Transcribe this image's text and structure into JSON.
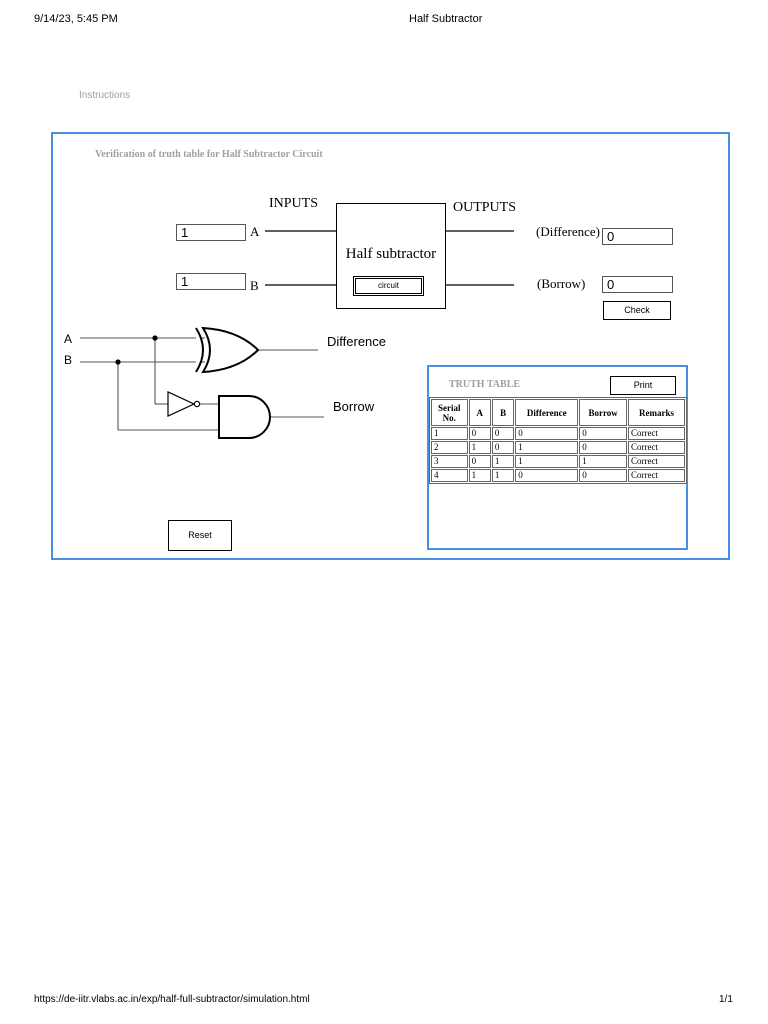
{
  "print_header": {
    "datetime": "9/14/23, 5:45 PM",
    "title": "Half Subtractor"
  },
  "nav": {
    "instructions_label": "Instructions"
  },
  "simulator": {
    "title": "Verification of truth table for Half Subtractor Circuit",
    "inputs_label": "INPUTS",
    "outputs_label": "OUTPUTS",
    "input_a": {
      "value": "1",
      "label": "A"
    },
    "input_b": {
      "value": "1",
      "label": "B"
    },
    "block_label": "Half subtractor",
    "circuit_button_label": "circuit",
    "difference": {
      "label": "(Difference)",
      "value": "0"
    },
    "borrow": {
      "label": "(Borrow)",
      "value": "0"
    },
    "check_button_label": "Check",
    "reset_button_label": "Reset"
  },
  "circuit_diagram": {
    "input_a": "A",
    "input_b": "B",
    "output_difference": "Difference",
    "output_borrow": "Borrow"
  },
  "truth_table": {
    "title": "TRUTH TABLE",
    "print_button_label": "Print",
    "headers": [
      "Serial No.",
      "A",
      "B",
      "Difference",
      "Borrow",
      "Remarks"
    ],
    "rows": [
      [
        "1",
        "0",
        "0",
        "0",
        "0",
        "Correct"
      ],
      [
        "2",
        "1",
        "0",
        "1",
        "0",
        "Correct"
      ],
      [
        "3",
        "0",
        "1",
        "1",
        "1",
        "Correct"
      ],
      [
        "4",
        "1",
        "1",
        "0",
        "0",
        "Correct"
      ]
    ]
  },
  "print_footer": {
    "url": "https://de-iitr.vlabs.ac.in/exp/half-full-subtractor/simulation.html",
    "page": "1/1"
  },
  "colors": {
    "panel_border": "#4a90e2",
    "muted_text": "#a0a0a0"
  }
}
